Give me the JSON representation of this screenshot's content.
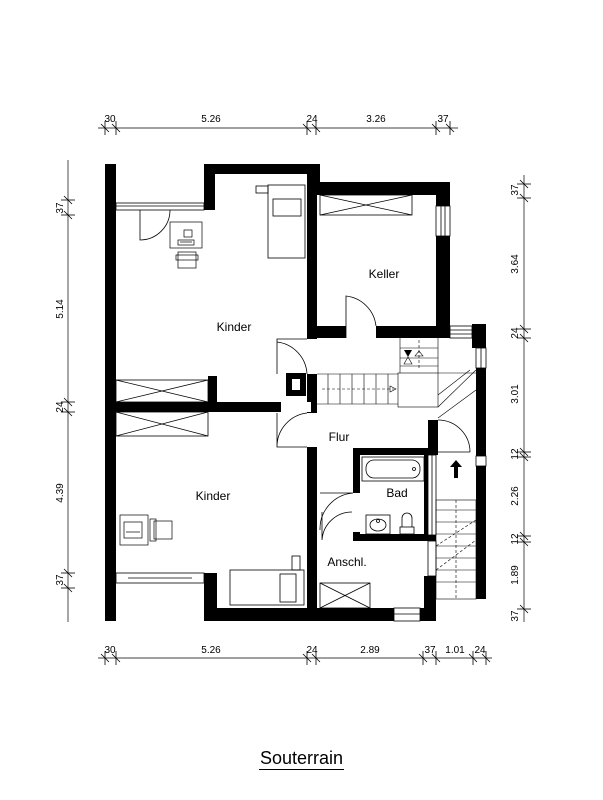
{
  "title": "Souterrain",
  "rooms": {
    "kinder_top": "Kinder",
    "keller": "Keller",
    "flur": "Flur",
    "bad": "Bad",
    "kinder_bottom": "Kinder",
    "anschl": "Anschl."
  },
  "dimensions": {
    "top": [
      "30",
      "5.26",
      "24",
      "3.26",
      "37"
    ],
    "bottom": [
      "30",
      "5.26",
      "24",
      "2.89",
      "37",
      "1.01",
      "24"
    ],
    "left": [
      "37",
      "5.14",
      "24",
      "4.39",
      "37"
    ],
    "right": [
      "37",
      "3.64",
      "24",
      "3.01",
      "12",
      "2.26",
      "12",
      "1.89",
      "37"
    ]
  }
}
